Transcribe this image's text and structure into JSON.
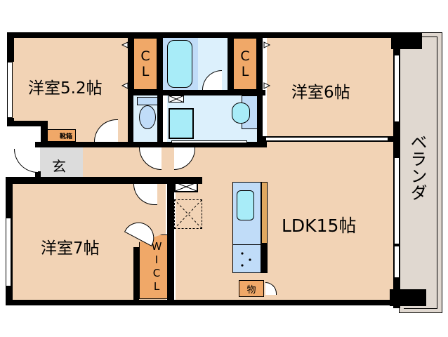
{
  "floorplan": {
    "rooms": {
      "western_room_1": {
        "label": "洋室5.2帖"
      },
      "western_room_2": {
        "label": "洋室6帖"
      },
      "western_room_3": {
        "label": "洋室7帖"
      },
      "ldk": {
        "label": "LDK15帖"
      },
      "entrance": {
        "label": "玄"
      },
      "veranda": {
        "label": "ベランダ"
      }
    },
    "storage": {
      "closet_left": {
        "line1": "C",
        "line2": "L"
      },
      "closet_right": {
        "line1": "C",
        "line2": "L"
      },
      "shoe_box": {
        "label": "靴箱"
      },
      "wic": {
        "line1": "W",
        "line2": "I",
        "line3": "C",
        "line4": "L"
      },
      "storage_small": {
        "label": "物"
      }
    },
    "colors": {
      "room": "#f2d3b5",
      "closet": "#f0a868",
      "wet_area": "#dcf0fc",
      "fixture": "#a8ecf8",
      "fixture_bg": "#c0dcf8",
      "entrance": "#dcdcdc",
      "veranda": "#e0d8d0",
      "wall": "#000000"
    }
  }
}
